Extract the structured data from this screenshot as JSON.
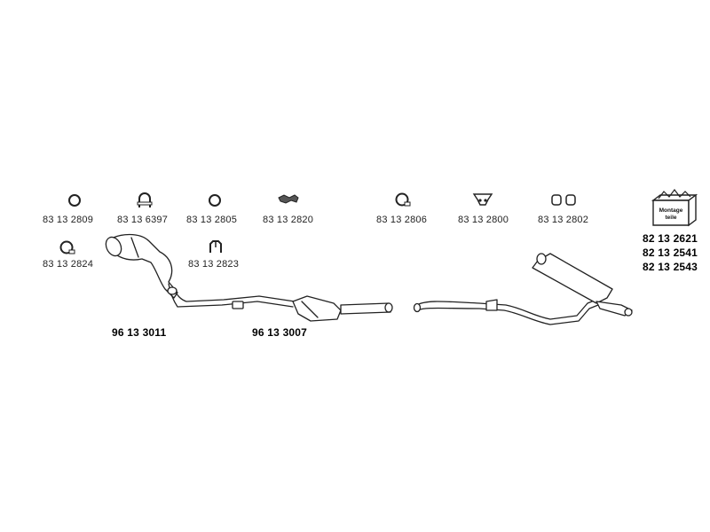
{
  "fittings": [
    {
      "part_no": "83 13 2809",
      "icon": "ring-clamp-icon"
    },
    {
      "part_no": "83 13 6397",
      "icon": "u-bolt-icon"
    },
    {
      "part_no": "83 13 2805",
      "icon": "ring-clamp-icon"
    },
    {
      "part_no": "83 13 2820",
      "icon": "flange-gasket-icon"
    },
    {
      "part_no": "83 13 2806",
      "icon": "band-clamp-icon"
    },
    {
      "part_no": "83 13 2800",
      "icon": "rubber-hanger-icon"
    },
    {
      "part_no": "83 13 2802",
      "icon": "double-ring-icon"
    },
    {
      "part_no": "83 13 2824",
      "icon": "band-clamp-icon"
    },
    {
      "part_no": "83 13 2823",
      "icon": "bracket-clip-icon"
    }
  ],
  "pipe_parts": [
    {
      "part_no": "96 13 3011",
      "icon": "front-catalyst-pipe-icon"
    },
    {
      "part_no": "96 13 3007",
      "icon": "catalyst-converter-icon"
    }
  ],
  "kit_parts": [
    "82 13 2621",
    "82 13 2541",
    "82 13 2543"
  ],
  "kit_box_text": [
    "Montage",
    "teile"
  ],
  "colors": {
    "line": "#222222",
    "fill": "#ffffff",
    "text": "#222222"
  }
}
